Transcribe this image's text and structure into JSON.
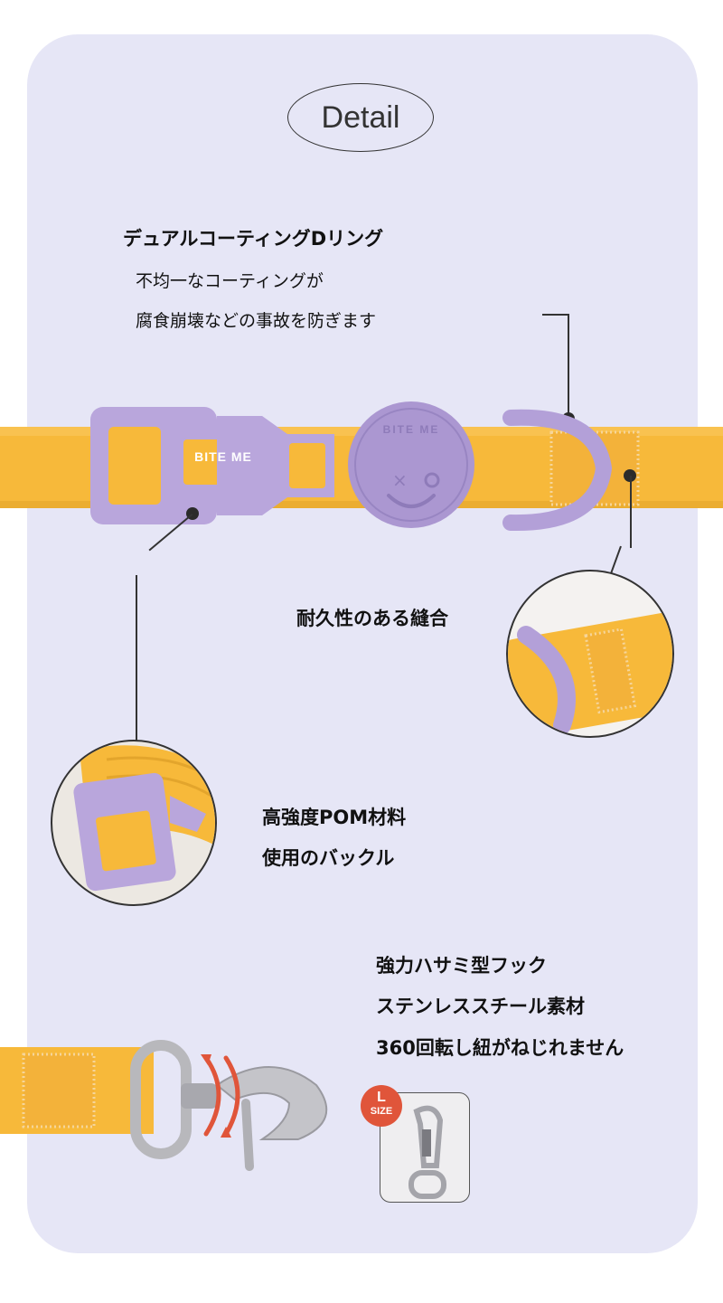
{
  "header": {
    "title": "Detail"
  },
  "features": {
    "d_ring": {
      "title": "デュアルコーティングDリング",
      "line1": "不均一なコーティングが",
      "line2": "腐食崩壊などの事故を防ぎます"
    },
    "stitching": {
      "title": "耐久性のある縫合"
    },
    "buckle": {
      "line1": "高強度POM材料",
      "line2": "使用のバックル"
    },
    "hook": {
      "line1": "強力ハサミ型フック",
      "line2": "ステンレススチール素材",
      "line3": "360回転し紐がねじれません"
    }
  },
  "product": {
    "buckle_label": "BITE ME",
    "tag_label": "BITE ME",
    "size_badge": {
      "letter": "L",
      "word": "SIZE"
    }
  },
  "colors": {
    "card_bg": "#e6e6f6",
    "strap_yellow": "#f7b93a",
    "lilac": "#b3a0d8",
    "badge_red": "#e0553a"
  }
}
